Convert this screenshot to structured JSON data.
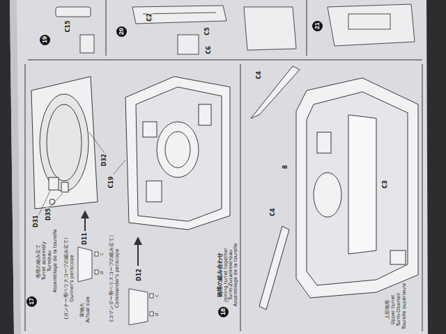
{
  "diagram": {
    "nodes": [
      {
        "text": [
          "17"
        ]
      },
      {
        "text": [
          "18"
        ]
      },
      {
        "text": [
          "19"
        ]
      },
      {
        "text": [
          "20"
        ]
      },
      {
        "text": [
          "21"
        ]
      }
    ],
    "labels": [
      "砲塔の組み立て",
      "Turret assembly",
      "Turmbau",
      "Assemblage de la tourelle",
      "D31",
      "D35",
      "D32",
      "C19",
      "(ガンナー用ペリスコープの組み立て)",
      "Gunner's periscope",
      "D11",
      "c",
      "d",
      "実物大",
      "Actual size",
      "(コマンダー用ペリスコープの組み立て)",
      "Commander's periscope",
      "D12",
      "c",
      "d",
      "砲塔の組み合わせ",
      "Joining turret together",
      "Turm-Zusammenbau",
      "Assemblage de la tourelle",
      "C4",
      "C4",
      "C3",
      "上部砲塔",
      "Upper turret",
      "Turm-Oberteil",
      "Tourelle supérieure",
      "8",
      "C15",
      "C2",
      "C5",
      "C6"
    ]
  }
}
